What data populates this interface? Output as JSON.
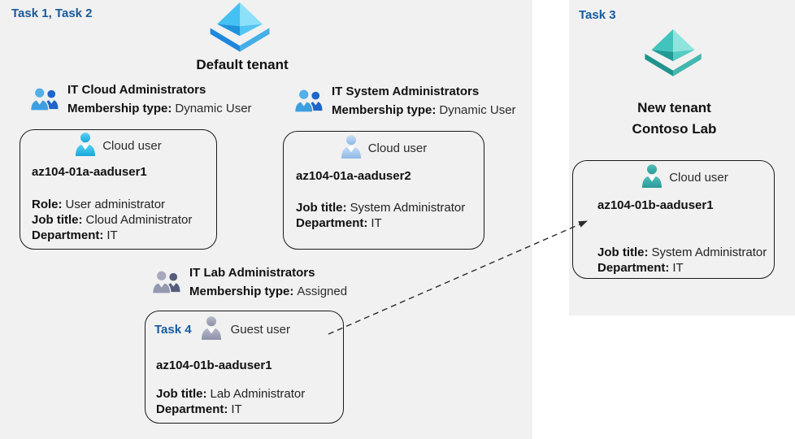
{
  "colors": {
    "panel_bg": "#f1f1f1",
    "task_label_blue": "#175A9D",
    "text": "#1a1a1a",
    "card_border": "#1a1a1a",
    "arrow": "#2b2b2b",
    "azure_tenant_blue": "#2FB3EF",
    "azure_tenant_teal": "#41C4BD"
  },
  "default_tenant": {
    "tasks_label": "Task 1, Task 2",
    "tenant_icon": "azure-tenant-icon-blue",
    "title": "Default tenant",
    "groups": [
      {
        "icon": "group-users-icon-blue",
        "name": "IT Cloud Administrators",
        "membership_label": "Membership type:",
        "membership_value": "Dynamic User"
      },
      {
        "icon": "group-users-icon-blue",
        "name": "IT System Administrators",
        "membership_label": "Membership type:",
        "membership_value": "Dynamic User"
      },
      {
        "icon": "group-users-icon-gray",
        "name": "IT Lab Administrators",
        "membership_label": "Membership type:",
        "membership_value": "Assigned"
      }
    ],
    "users": [
      {
        "icon": "cloud-user-icon-cyan",
        "type_label": "Cloud user",
        "name": "az104-01a-aaduser1",
        "fields": [
          {
            "label": "Role:",
            "value": "User administrator"
          },
          {
            "label": "Job title:",
            "value": "Cloud Administrator"
          },
          {
            "label": "Department:",
            "value": "IT"
          }
        ]
      },
      {
        "icon": "cloud-user-icon-lightblue",
        "type_label": "Cloud user",
        "name": "az104-01a-aaduser2",
        "fields": [
          {
            "label": "Job title:",
            "value": "System Administrator"
          },
          {
            "label": "Department:",
            "value": "IT"
          }
        ]
      },
      {
        "task_label": "Task 4",
        "icon": "guest-user-icon-gray",
        "type_label": "Guest user",
        "name": "az104-01b-aaduser1",
        "fields": [
          {
            "label": "Job title:",
            "value": "Lab Administrator"
          },
          {
            "label": "Department:",
            "value": "IT"
          }
        ]
      }
    ]
  },
  "new_tenant": {
    "task_label": "Task 3",
    "tenant_icon": "azure-tenant-icon-teal",
    "title_line1": "New tenant",
    "title_line2": "Contoso Lab",
    "user": {
      "icon": "cloud-user-icon-teal",
      "type_label": "Cloud user",
      "name": "az104-01b-aaduser1",
      "fields": [
        {
          "label": "Job title:",
          "value": "System Administrator"
        },
        {
          "label": "Department:",
          "value": "IT"
        }
      ]
    }
  }
}
